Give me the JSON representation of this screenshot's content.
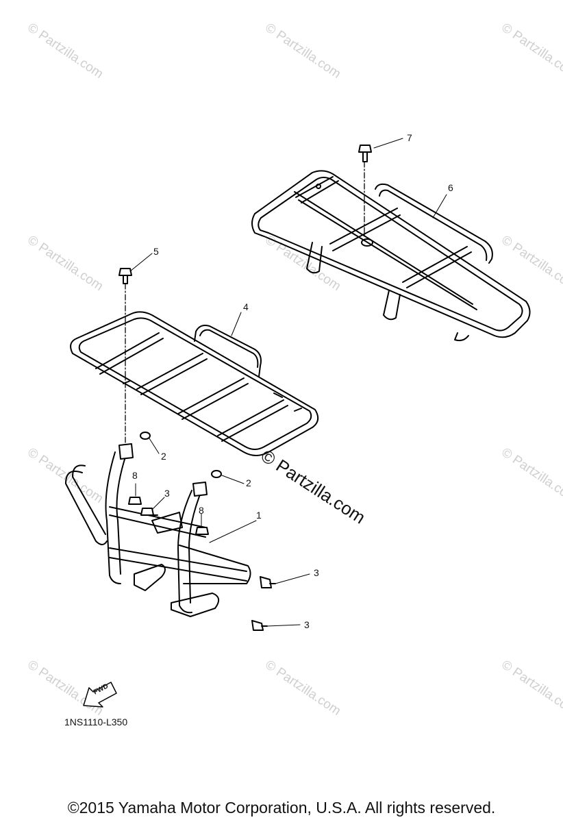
{
  "watermark": "© Partzilla.com",
  "center_watermark": "© Partzilla.com",
  "callouts": {
    "c1": "1",
    "c2a": "2",
    "c2b": "2",
    "c3a": "3",
    "c3b": "3",
    "c3c": "3",
    "c4": "4",
    "c5": "5",
    "c6": "6",
    "c7": "7",
    "c8a": "8",
    "c8b": "8"
  },
  "fwd_label": "FWD",
  "diagram_code": "1NS1110-L350",
  "copyright": "©2015  Yamaha Motor Corporation, U.S.A. All rights reserved."
}
